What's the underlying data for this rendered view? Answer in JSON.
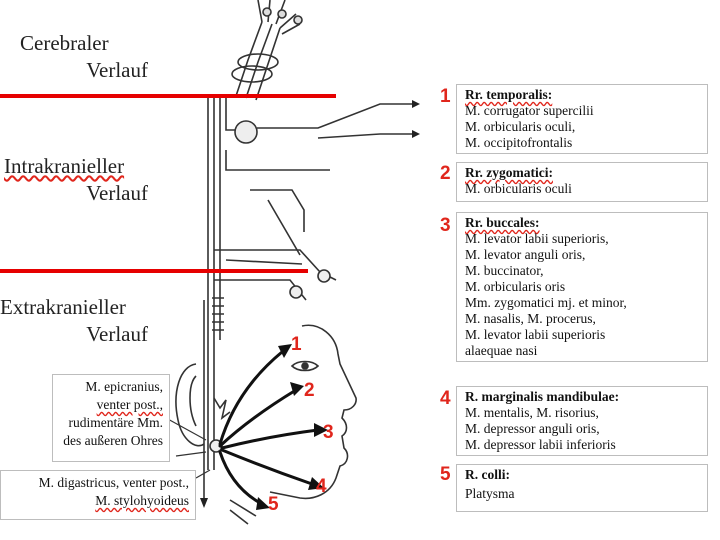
{
  "regions": {
    "cerebral": [
      "Cerebraler",
      "Verlauf"
    ],
    "intracranial": [
      "Intrakranieller",
      "Verlauf"
    ],
    "extracranial": [
      "Extrakranieller",
      "Verlauf"
    ]
  },
  "branches": [
    {
      "number": "1",
      "title": "Rr. temporalis:",
      "lines": [
        "M. corrugator supercilii",
        "M. orbicularis oculi,",
        "M. occipitofrontalis"
      ]
    },
    {
      "number": "2",
      "title": "Rr. zygomatici:",
      "lines": [
        "M. orbicularis oculi"
      ]
    },
    {
      "number": "3",
      "title": "Rr. buccales:",
      "lines": [
        "M. levator labii superioris,",
        "M. levator anguli oris,",
        "M. buccinator,",
        "M. orbicularis oris",
        "Mm. zygomatici mj. et minor,",
        "M. nasalis, M. procerus,",
        "M. levator labii superioris",
        "alaequae nasi"
      ]
    },
    {
      "number": "4",
      "title": "R. marginalis mandibulae:",
      "lines": [
        "M. mentalis, M. risorius,",
        "M. depressor anguli oris,",
        "M. depressor labii inferioris"
      ]
    },
    {
      "number": "5",
      "title": "R. colli:",
      "lines": [
        "Platysma"
      ]
    }
  ],
  "face_numbers": [
    "1",
    "2",
    "3",
    "4",
    "5"
  ],
  "side_boxes": {
    "ear_muscles": [
      "M. epicranius,",
      "venter post.,",
      "rudimentäre Mm.",
      "des außeren Ohres"
    ],
    "neck_muscles": [
      "M. digastricus, venter post.,",
      "M. stylohyoideus"
    ]
  },
  "colors": {
    "boundary": "#e60000",
    "numbers": "#e0261c",
    "nerve": "#222222"
  }
}
